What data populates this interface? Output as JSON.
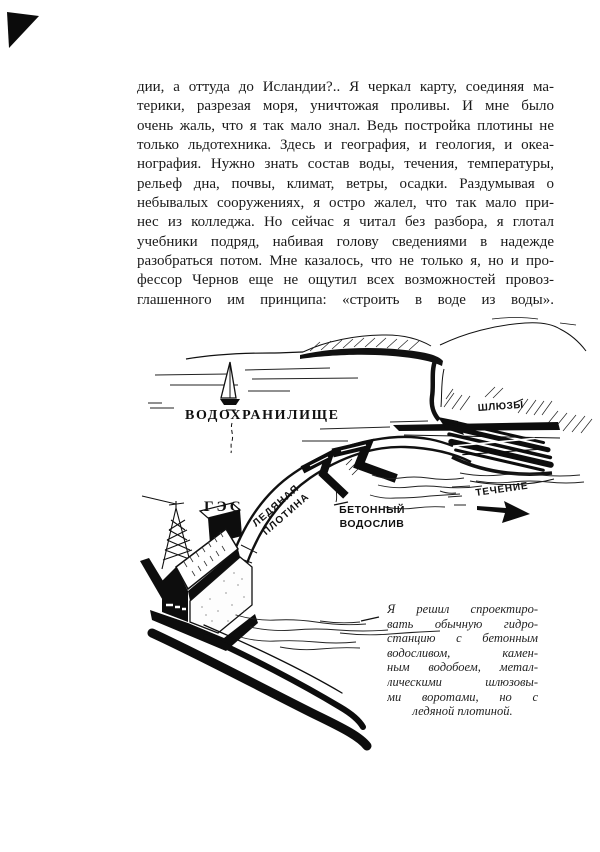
{
  "page": {
    "background": "#ffffff",
    "ink_color": "#111111"
  },
  "paragraph": {
    "lines": [
      "дии, а оттуда до Исландии?.. Я черкал карту, соединяя ма-",
      "терики, разрезая моря, уничтожая проливы. И мне было",
      "очень жаль, что я так мало знал. Ведь постройка плотины не",
      "только льдотехника. Здесь и география, и геология, и океа-",
      "нография. Нужно знать состав воды, течения, температуры,",
      "рельеф дна, почвы, климат, ветры, осадки. Раздумывая о",
      "небывалых сооружениях, я остро жалел, что так мало при-",
      "нес из колледжа. Но сейчас я читал без разбора, я глотал",
      "учебники подряд, набивая голову сведениями в надежде",
      "разобраться потом. Мне казалось, что не только я, но и про-",
      "фессор Чернов еще не ощутил всех возможностей провоз-",
      "глашенного им принципа: «строить в воде из воды»."
    ]
  },
  "illustration": {
    "labels": {
      "reservoir": "ВОДОХРАНИЛИЩЕ",
      "locks": "ШЛЮЗЫ",
      "ice_dam_line1": "ЛЕДЯНАЯ",
      "ice_dam_line2": "ПЛОТИНА",
      "spillway_line1": "БЕТОННЫЙ",
      "spillway_line2": "ВОДОСЛИВ",
      "current": "ТЕЧЕНИЕ",
      "station": "ГЭС"
    }
  },
  "caption": {
    "lines": [
      "Я решил спроектиро-",
      "вать обычную гидро-",
      "станцию с бетонным",
      "водосливом, камен-",
      "ным водобоем, метал-",
      "лическими шлюзовы-",
      "ми воротами, но с",
      "ледяной плотиной."
    ]
  }
}
